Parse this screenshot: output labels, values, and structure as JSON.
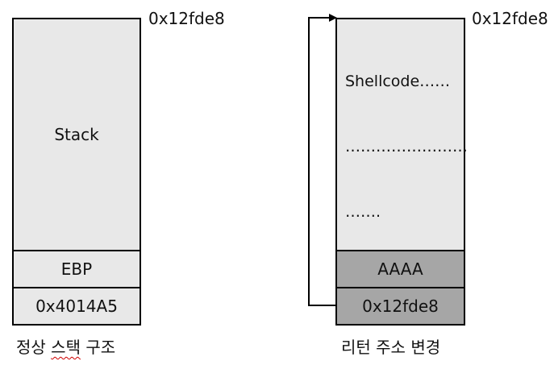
{
  "left_stack": {
    "top_address": "0x12fde8",
    "cells": {
      "stack": "Stack",
      "ebp": "EBP",
      "return_address": "0x4014A5"
    },
    "caption_part1": "정상",
    "caption_part2": "스택",
    "caption_part3": "구조"
  },
  "right_stack": {
    "top_address": "0x12fde8",
    "shellcode_lines": [
      "Shellcode……",
      "……………………",
      "……."
    ],
    "cells": {
      "overwrite": "AAAA",
      "return_address": "0x12fde8"
    },
    "caption": "리턴 주소 변경"
  }
}
